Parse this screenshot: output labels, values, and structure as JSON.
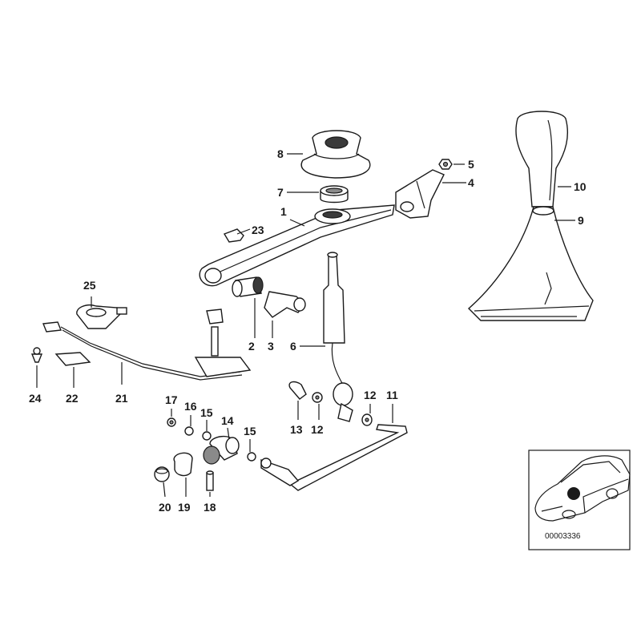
{
  "callouts": [
    {
      "id": "1",
      "label": "1"
    },
    {
      "id": "2",
      "label": "2"
    },
    {
      "id": "3",
      "label": "3"
    },
    {
      "id": "4",
      "label": "4"
    },
    {
      "id": "5",
      "label": "5"
    },
    {
      "id": "6",
      "label": "6"
    },
    {
      "id": "7",
      "label": "7"
    },
    {
      "id": "8",
      "label": "8"
    },
    {
      "id": "9",
      "label": "9"
    },
    {
      "id": "10",
      "label": "10"
    },
    {
      "id": "11",
      "label": "11"
    },
    {
      "id": "12a",
      "label": "12"
    },
    {
      "id": "12b",
      "label": "12"
    },
    {
      "id": "13",
      "label": "13"
    },
    {
      "id": "14",
      "label": "14"
    },
    {
      "id": "15a",
      "label": "15"
    },
    {
      "id": "15b",
      "label": "15"
    },
    {
      "id": "16",
      "label": "16"
    },
    {
      "id": "17",
      "label": "17"
    },
    {
      "id": "18",
      "label": "18"
    },
    {
      "id": "19",
      "label": "19"
    },
    {
      "id": "20",
      "label": "20"
    },
    {
      "id": "21",
      "label": "21"
    },
    {
      "id": "22",
      "label": "22"
    },
    {
      "id": "23",
      "label": "23"
    },
    {
      "id": "24",
      "label": "24"
    },
    {
      "id": "25",
      "label": "25"
    }
  ],
  "reference_number": "00003336",
  "colors": {
    "ink": "#1a1a1a",
    "paper": "#ffffff",
    "shade": "#3a3a3a"
  }
}
